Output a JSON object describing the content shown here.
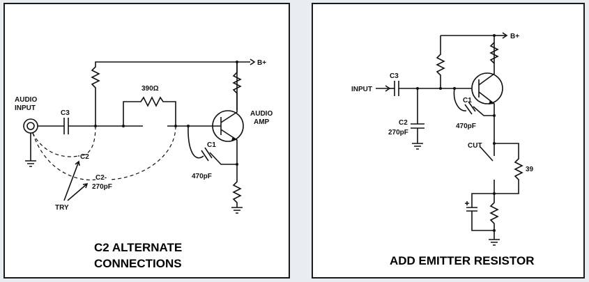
{
  "left_panel": {
    "labels": {
      "audio_input_1": "AUDIO",
      "audio_input_2": "INPUT",
      "c3": "C3",
      "r390": "390Ω",
      "b_plus": "B+",
      "audio_amp_1": "AUDIO",
      "audio_amp_2": "AMP",
      "c1": "C1",
      "c1_value": "470pF",
      "c2": "C2",
      "c2_alt": "C2-",
      "c2_value": "270pF",
      "try": "TRY"
    },
    "caption_line1": "C2 ALTERNATE",
    "caption_line2": "CONNECTIONS"
  },
  "right_panel": {
    "labels": {
      "b_plus": "B+",
      "input": "INPUT",
      "c3": "C3",
      "c1": "C1",
      "c1_value": "470pF",
      "c2": "C2",
      "c2_value": "270pF",
      "cut": "CUT",
      "r39": "39"
    },
    "caption": "ADD EMITTER RESISTOR"
  }
}
